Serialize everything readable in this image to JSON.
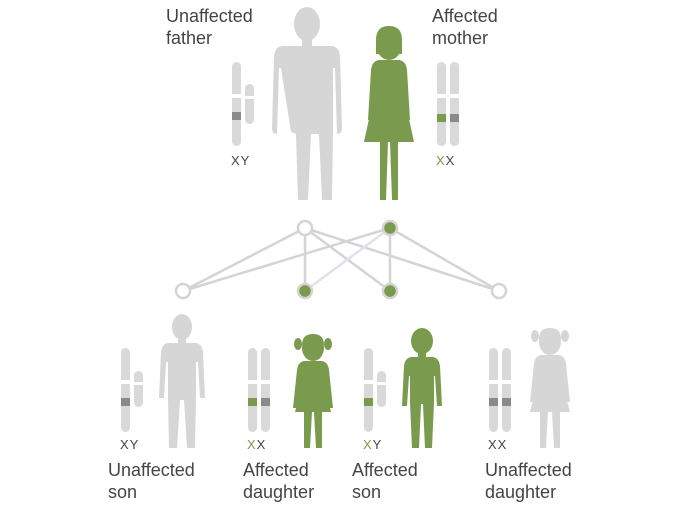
{
  "colors": {
    "affected": "#7a9a4e",
    "unaffected": "#d6d6d6",
    "chromosome": "#d9d9d9",
    "band_normal": "#8a8a8a",
    "band_affected": "#7a9a4e",
    "line": "#d4d4d4",
    "text": "#444444"
  },
  "parents": {
    "father": {
      "label_line1": "Unaffected",
      "label_line2": "father",
      "chromosomes": [
        "X",
        "Y"
      ],
      "affected": false
    },
    "mother": {
      "label_line1": "Affected",
      "label_line2": "mother",
      "chromosomes": [
        "X",
        "X"
      ],
      "affected": true
    }
  },
  "children": [
    {
      "label_line1": "Unaffected",
      "label_line2": "son",
      "chromosomes": [
        "X",
        "Y"
      ],
      "affected": false
    },
    {
      "label_line1": "Affected",
      "label_line2": "daughter",
      "chromosomes": [
        "X",
        "X"
      ],
      "affected": true
    },
    {
      "label_line1": "Affected",
      "label_line2": "son",
      "chromosomes": [
        "X",
        "Y"
      ],
      "affected": true
    },
    {
      "label_line1": "Unaffected",
      "label_line2": "daughter",
      "chromosomes": [
        "X",
        "X"
      ],
      "affected": false
    }
  ]
}
